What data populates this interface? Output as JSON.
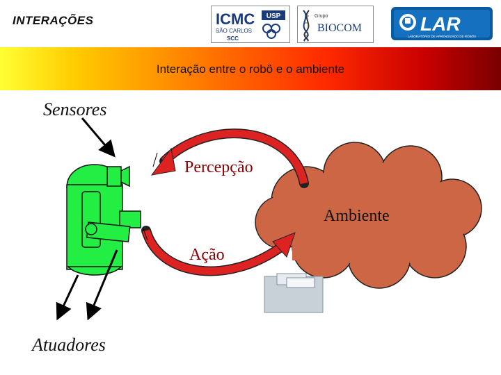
{
  "header": {
    "section_title": "INTERAÇÕES",
    "logos": [
      {
        "name": "ICMC",
        "line1": "ICMC",
        "badge": "USP",
        "line2": "SÃO CARLOS",
        "line3": "SCC"
      },
      {
        "name": "BIOCOM",
        "prefix": "Grupo",
        "text": "BIOCOM"
      },
      {
        "name": "LAR",
        "text": "LAR",
        "subtitle": "LABORATÓRIO DE APRENDIZADO DE ROBÔS"
      }
    ]
  },
  "banner": {
    "title": "Interação entre o robô e o ambiente"
  },
  "diagram": {
    "sensors_label": "Sensores",
    "actuators_label": "Atuadores",
    "perception_label": "Percepção",
    "action_label": "Ação",
    "environment_label": "Ambiente"
  },
  "colors": {
    "robot_green": "#22ee44",
    "cloud_fill": "#cc6644",
    "arrow_red": "#dd2222",
    "label_red": "#8b0000",
    "box_gray": "#c8d0d8"
  }
}
